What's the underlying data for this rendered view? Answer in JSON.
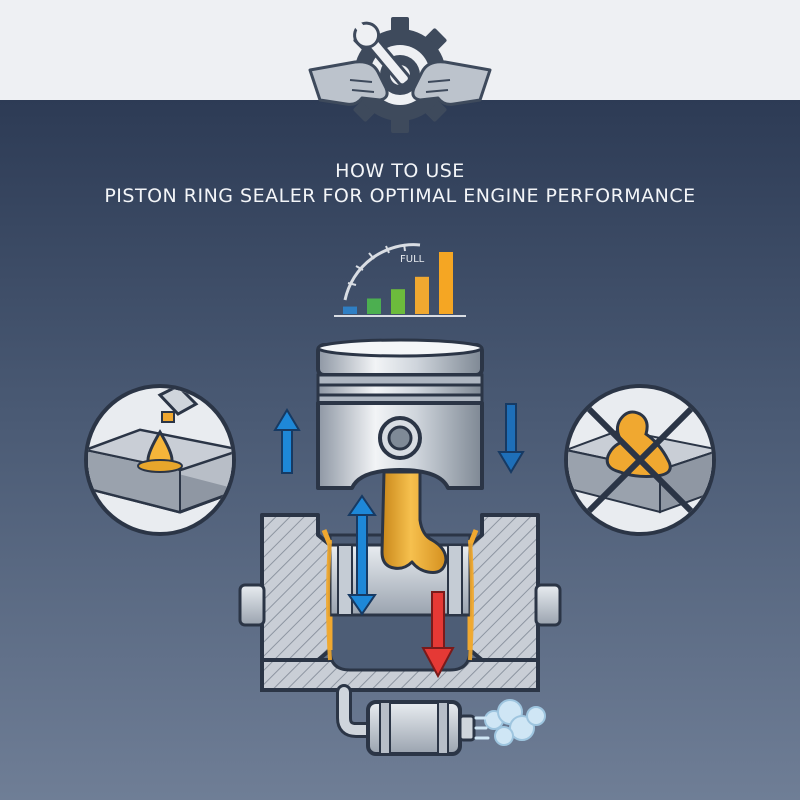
{
  "title": {
    "line1": "HOW TO USE",
    "line2": "PISTON RING SEALER FOR OPTIMAL ENGINE PERFORMANCE"
  },
  "gauge": {
    "label": "FULL",
    "bar_levels": [
      0.12,
      0.25,
      0.4,
      0.6,
      1.0
    ],
    "bar_colors": [
      "#2f7fc4",
      "#4caf50",
      "#6cbb3c",
      "#f0a830",
      "#f5a623"
    ]
  },
  "colors": {
    "background_top": "#2d3b55",
    "background_bottom": "#6f7e96",
    "header_band": "#eef0f3",
    "sealer_fluid": "#e8a62b",
    "arrow_up": "#1e88d8",
    "arrow_down_blue": "#1e6fb8",
    "arrow_down_red": "#e53935",
    "smoke": "#cfe6f5"
  },
  "icons": {
    "header": "hands-gear-wrench-icon",
    "left_circle": "sealer-drop-on-surface-icon",
    "right_circle": "crossed-out-spill-icon",
    "exhaust": "exhaust-smoke-icon"
  }
}
